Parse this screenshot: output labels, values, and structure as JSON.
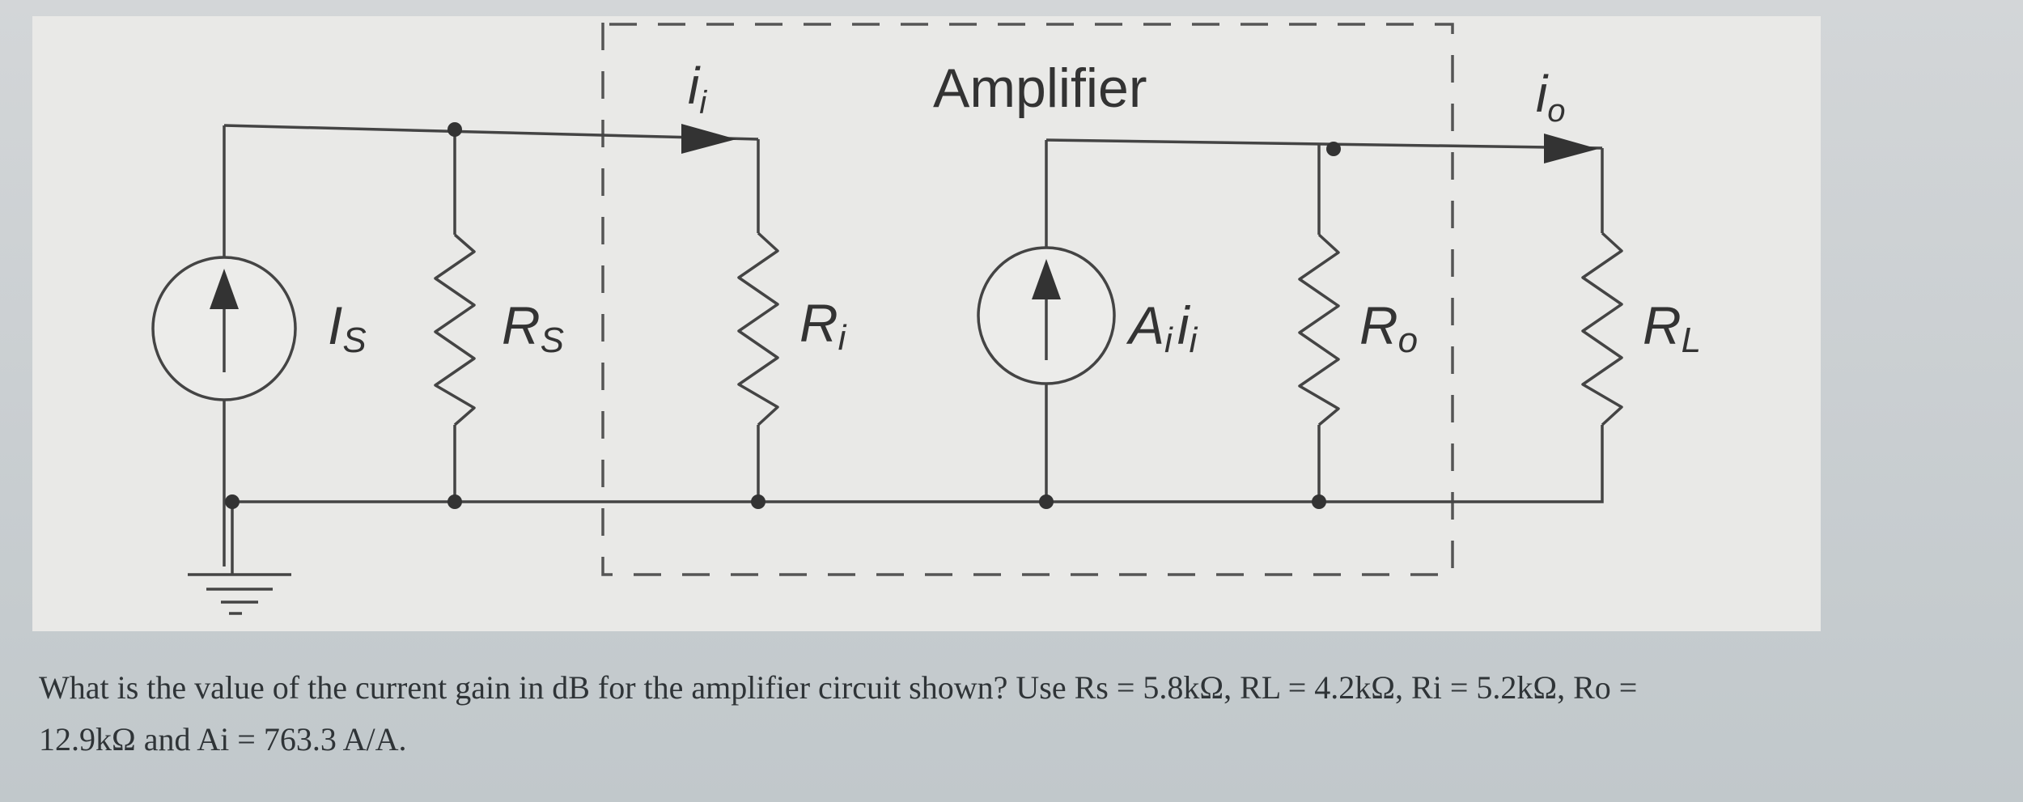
{
  "diagram": {
    "title": "Amplifier",
    "source_current_label": "I",
    "source_current_sub": "S",
    "source_res_label": "R",
    "source_res_sub": "S",
    "input_current_label": "i",
    "input_current_sub": "i",
    "input_res_label": "R",
    "input_res_sub": "i",
    "dep_source_label_a": "A",
    "dep_source_label_a_sub": "i",
    "dep_source_label_b": "i",
    "dep_source_label_b_sub": "i",
    "output_res_label": "R",
    "output_res_sub": "o",
    "output_current_label": "i",
    "output_current_sub": "o",
    "load_res_label": "R",
    "load_res_sub": "L"
  },
  "question": {
    "line1": "What is the value of the current gain in dB for the amplifier circuit shown?  Use Rs = 5.8kΩ, RL = 4.2kΩ, Ri = 5.2kΩ, Ro =",
    "line2": "12.9kΩ and Ai = 763.3 A/A."
  }
}
